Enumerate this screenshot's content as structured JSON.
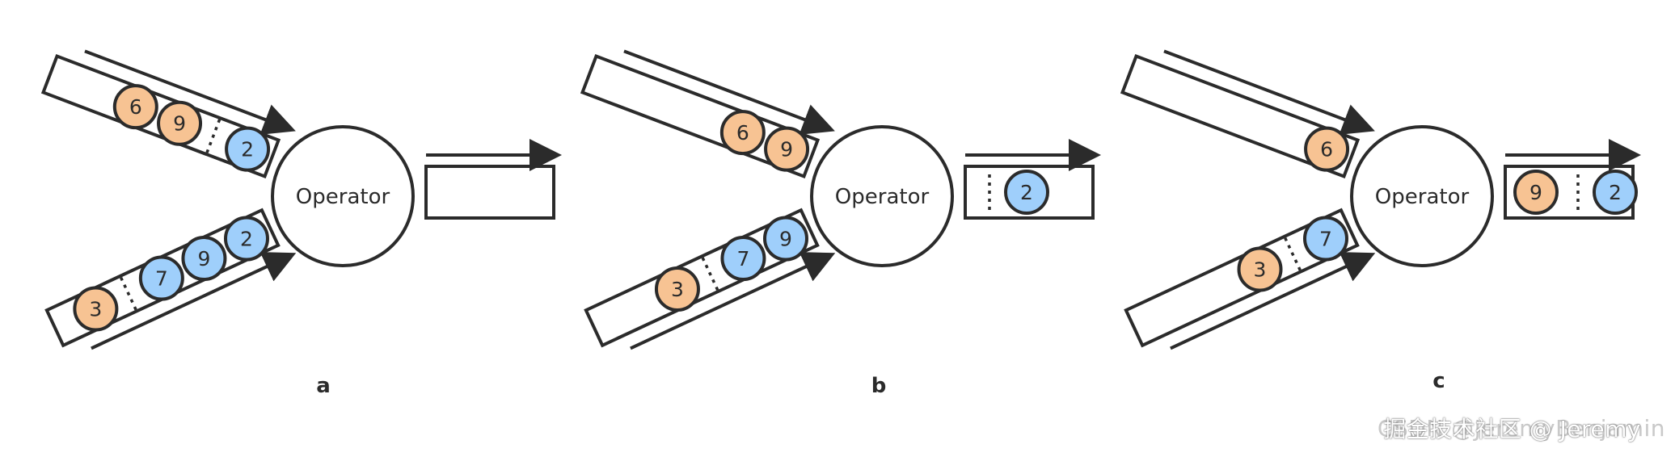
{
  "operator_label": "Operator",
  "panels": [
    {
      "label": "a",
      "upper_channel": [
        {
          "n": "6",
          "color": "orange"
        },
        {
          "n": "9",
          "color": "orange"
        },
        {
          "marker": "dotted"
        },
        {
          "n": "2",
          "color": "blue"
        }
      ],
      "lower_channel": [
        {
          "n": "3",
          "color": "orange"
        },
        {
          "marker": "dotted"
        },
        {
          "n": "7",
          "color": "blue"
        },
        {
          "n": "9",
          "color": "blue"
        },
        {
          "n": "2",
          "color": "blue"
        }
      ],
      "output": []
    },
    {
      "label": "b",
      "upper_channel": [
        {
          "n": "6",
          "color": "orange"
        },
        {
          "n": "9",
          "color": "orange"
        }
      ],
      "lower_channel": [
        {
          "n": "3",
          "color": "orange"
        },
        {
          "marker": "dotted"
        },
        {
          "n": "7",
          "color": "blue"
        },
        {
          "n": "9",
          "color": "blue"
        }
      ],
      "output": [
        {
          "marker": "dotted"
        },
        {
          "n": "2",
          "color": "blue"
        }
      ]
    },
    {
      "label": "c",
      "upper_channel": [
        {
          "n": "6",
          "color": "orange"
        }
      ],
      "lower_channel": [
        {
          "n": "3",
          "color": "orange"
        },
        {
          "marker": "dotted"
        },
        {
          "n": "7",
          "color": "blue"
        }
      ],
      "output": [
        {
          "n": "9",
          "color": "orange"
        },
        {
          "marker": "dotted"
        },
        {
          "n": "2",
          "color": "blue"
        }
      ]
    }
  ],
  "colors": {
    "orange_fill": "#f7c393",
    "blue_fill": "#9fcffb",
    "stroke": "#2b2b2b"
  },
  "watermark": {
    "text_behind": "CSDN @JeremyBenjamin",
    "text_front": "掘金技术社区 @ Jeremy"
  }
}
